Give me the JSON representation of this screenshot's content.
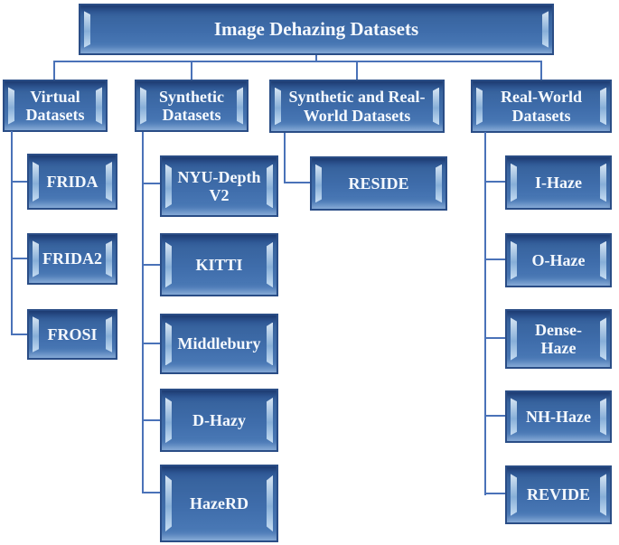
{
  "diagram": {
    "root": {
      "label": "Image Dehazing Datasets"
    },
    "groups": [
      {
        "label": "Virtual Datasets",
        "children": [
          {
            "label": "FRIDA"
          },
          {
            "label": "FRIDA2"
          },
          {
            "label": "FROSI"
          }
        ]
      },
      {
        "label": "Synthetic Datasets",
        "children": [
          {
            "label": "NYU-Depth V2"
          },
          {
            "label": "KITTI"
          },
          {
            "label": "Middlebury"
          },
          {
            "label": "D-Hazy"
          },
          {
            "label": "HazeRD"
          }
        ]
      },
      {
        "label": "Synthetic and Real-World Datasets",
        "children": [
          {
            "label": "RESIDE"
          }
        ]
      },
      {
        "label": "Real-World Datasets",
        "children": [
          {
            "label": "I-Haze"
          },
          {
            "label": "O-Haze"
          },
          {
            "label": "Dense-Haze"
          },
          {
            "label": "NH-Haze"
          },
          {
            "label": "REVIDE"
          }
        ]
      }
    ],
    "colors": {
      "node_fill_top": "#2e589b",
      "node_fill_bottom": "#527fbc",
      "node_border": "#2a4d86",
      "bevel_highlight": "#d4e8f9",
      "connector": "#4a72b8",
      "text": "#f5f9fe",
      "background": "#ffffff"
    }
  }
}
